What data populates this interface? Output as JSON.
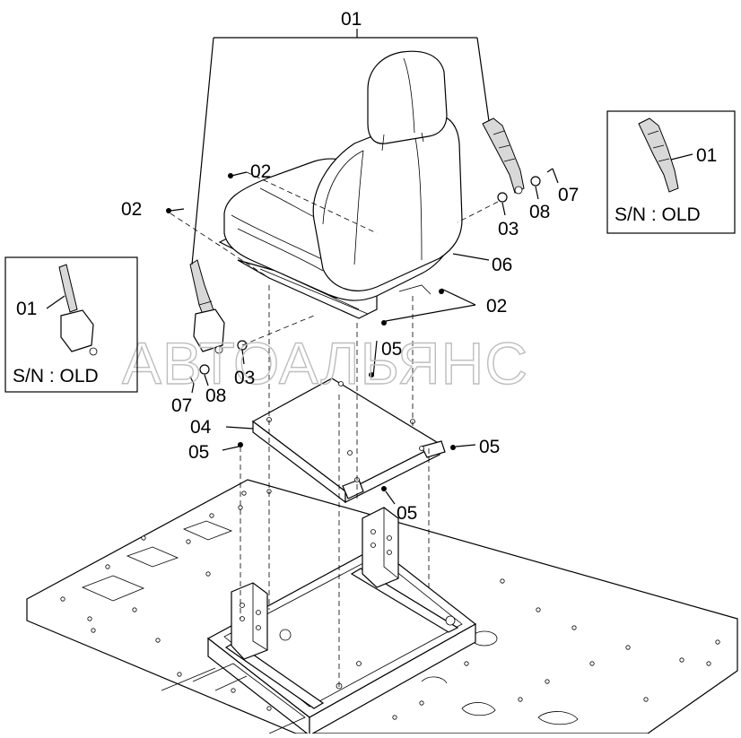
{
  "diagram": {
    "callouts": [
      {
        "id": "c01",
        "text": "01"
      },
      {
        "id": "c02a",
        "text": "02"
      },
      {
        "id": "c02b",
        "text": "02"
      },
      {
        "id": "c02c",
        "text": "02"
      },
      {
        "id": "c03a",
        "text": "03"
      },
      {
        "id": "c03b",
        "text": "03"
      },
      {
        "id": "c08a",
        "text": "08"
      },
      {
        "id": "c08b",
        "text": "08"
      },
      {
        "id": "c07a",
        "text": "07"
      },
      {
        "id": "c07b",
        "text": "07"
      },
      {
        "id": "c06",
        "text": "06"
      },
      {
        "id": "c04",
        "text": "04"
      },
      {
        "id": "c05a",
        "text": "05"
      },
      {
        "id": "c05b",
        "text": "05"
      },
      {
        "id": "c05c",
        "text": "05"
      },
      {
        "id": "c05d",
        "text": "05"
      }
    ],
    "inset_left": {
      "part": "01",
      "note": "S/N : OLD"
    },
    "inset_right": {
      "part": "01",
      "note": "S/N : OLD"
    },
    "watermark": "АВТОАЛЬЯНС"
  }
}
